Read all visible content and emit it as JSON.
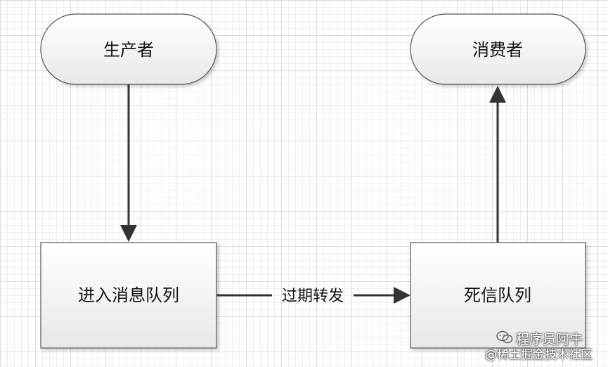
{
  "diagram": {
    "nodes": {
      "producer": "生产者",
      "consumer": "消费者",
      "queue": "进入消息队列",
      "dlq": "死信队列"
    },
    "edges": {
      "expire_forward": "过期转发"
    }
  },
  "watermark": {
    "line1": "程序员阿牛",
    "line2": "@稀土掘金技术社区",
    "logo_icon": "wechat-icon"
  },
  "colors": {
    "node_fill_top": "#ffffff",
    "node_fill_bottom": "#e9e9e9",
    "stroke": "#555555",
    "arrow": "#333333"
  }
}
